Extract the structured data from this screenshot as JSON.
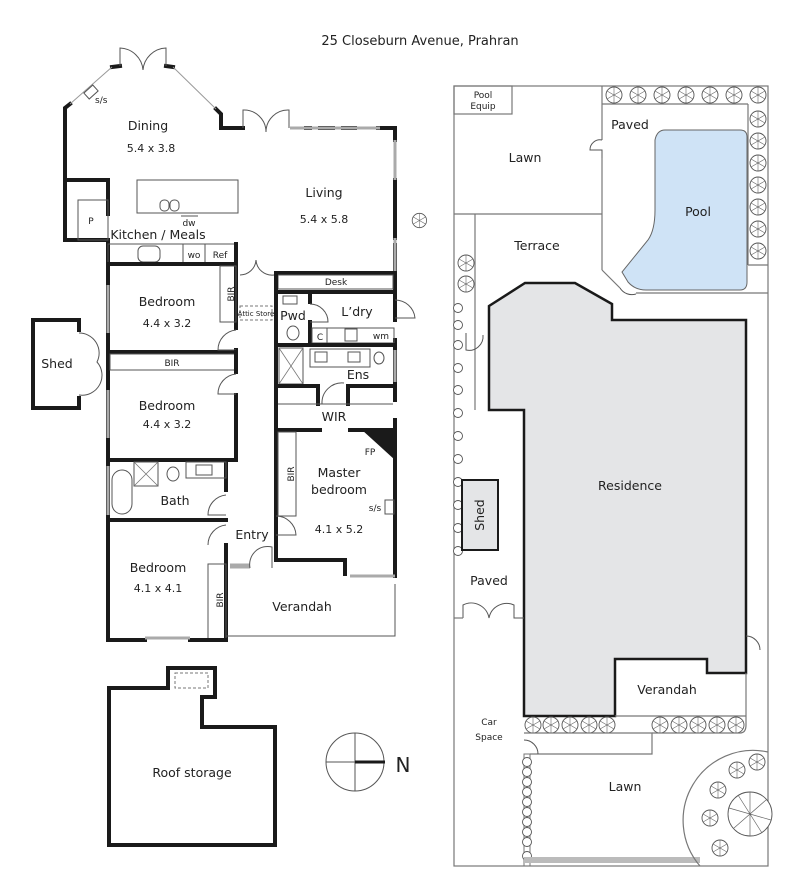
{
  "title": "25 Closeburn Avenue, Prahran",
  "floor_plan": {
    "rooms": [
      {
        "name": "Dining",
        "dims": "5.4 x 3.8"
      },
      {
        "name": "Living",
        "dims": "5.4 x 5.8"
      },
      {
        "name": "Kitchen / Meals"
      },
      {
        "name": "Bedroom",
        "dims": "4.4 x 3.2"
      },
      {
        "name": "Bedroom",
        "dims": "4.4 x 3.2"
      },
      {
        "name": "Bedroom",
        "dims": "4.1 x 4.1"
      },
      {
        "name": "Master bedroom",
        "dims": "4.1 x 5.2"
      },
      {
        "name": "Bath"
      },
      {
        "name": "Entry"
      },
      {
        "name": "Verandah"
      },
      {
        "name": "Pwd"
      },
      {
        "name": "L’dry"
      },
      {
        "name": "Ens"
      },
      {
        "name": "WIR"
      },
      {
        "name": "Shed"
      }
    ],
    "labels": {
      "dining": "Dining",
      "dining_dims": "5.4 x 3.8",
      "living": "Living",
      "living_dims": "5.4 x 5.8",
      "kitchen": "Kitchen / Meals",
      "bed1": "Bedroom",
      "bed1_dims": "4.4 x 3.2",
      "bed2": "Bedroom",
      "bed2_dims": "4.4 x 3.2",
      "bed3": "Bedroom",
      "bed3_dims": "4.1 x 4.1",
      "master_1": "Master",
      "master_2": "bedroom",
      "master_dims": "4.1 x 5.2",
      "bath": "Bath",
      "entry": "Entry",
      "verandah": "Verandah",
      "pwd": "Pwd",
      "ldry": "L’dry",
      "ens": "Ens",
      "wir": "WIR",
      "shed": "Shed",
      "desk": "Desk",
      "attic": "Attic Store",
      "bir": "BIR",
      "fp": "FP",
      "ss": "s/s",
      "dw": "dw",
      "wo": "wo",
      "ref": "Ref",
      "p": "P",
      "c": "C",
      "wm": "wm"
    }
  },
  "roof_plan": {
    "label": "Roof storage"
  },
  "compass": {
    "label": "N"
  },
  "site_plan": {
    "labels": {
      "pool_equip_1": "Pool",
      "pool_equip_2": "Equip",
      "lawn_top": "Lawn",
      "paved_top": "Paved",
      "pool": "Pool",
      "terrace": "Terrace",
      "residence": "Residence",
      "shed": "Shed",
      "paved_side": "Paved",
      "verandah": "Verandah",
      "car_1": "Car",
      "car_2": "Space",
      "lawn_bottom": "Lawn"
    }
  },
  "colors": {
    "pool_fill": "#cfe3f6",
    "residence_fill": "#e4e5e7",
    "wall": "#1a1a1a"
  }
}
